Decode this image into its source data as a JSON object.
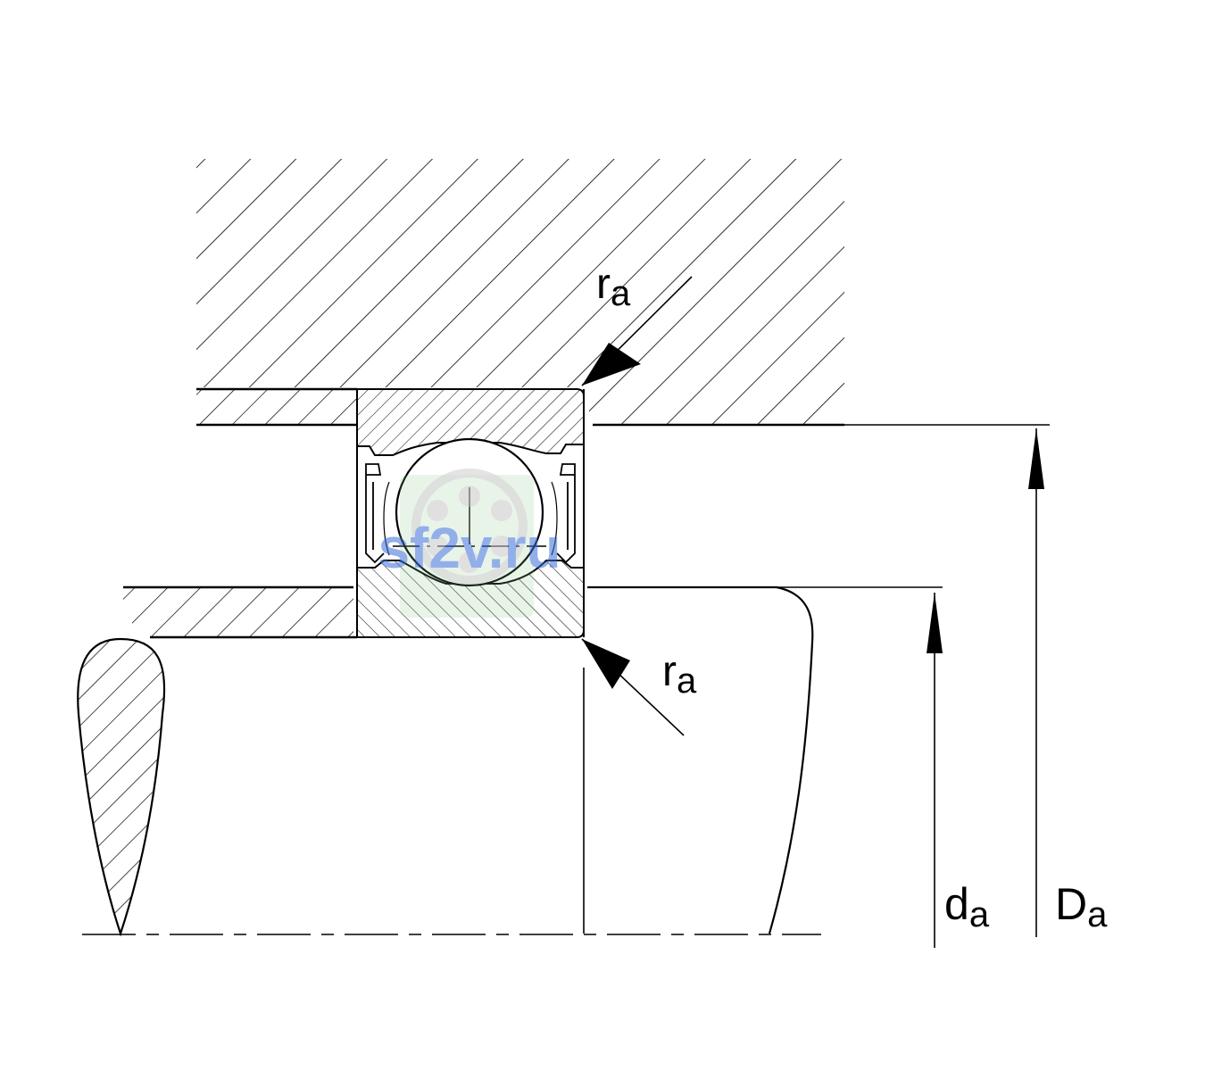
{
  "labels": {
    "ra_top": {
      "main": "r",
      "sub": "a"
    },
    "ra_bottom": {
      "main": "r",
      "sub": "a"
    },
    "da": {
      "main": "d",
      "sub": "a"
    },
    "Da": {
      "main": "D",
      "sub": "a"
    }
  },
  "watermark": {
    "text": "sf2v.ru",
    "color": "#3a6fd8",
    "logo_color": "#8cc68c"
  },
  "colors": {
    "line": "#000000",
    "background": "#ffffff"
  }
}
